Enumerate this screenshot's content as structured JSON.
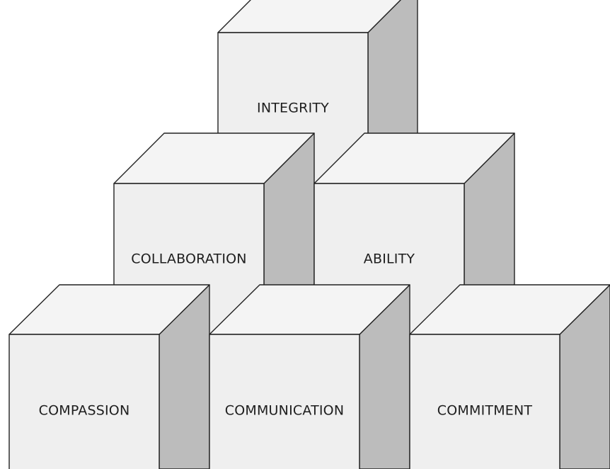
{
  "blocks": [
    {
      "id": "integrity",
      "label": "INTEGRITY",
      "tier": "top"
    },
    {
      "id": "collaboration",
      "label": "COLLABORATION",
      "tier": "middle"
    },
    {
      "id": "ability",
      "label": "ABILITY",
      "tier": "middle"
    },
    {
      "id": "compassion",
      "label": "COMPASSION",
      "tier": "bottom"
    },
    {
      "id": "communication",
      "label": "COMMUNICATION",
      "tier": "bottom"
    },
    {
      "id": "commitment",
      "label": "COMMITMENT",
      "tier": "bottom"
    }
  ],
  "colors": {
    "front": "#efefef",
    "top": "#f4f4f4",
    "side": "#bcbcbc",
    "outline": "#222222",
    "text": "#1e1e1e"
  }
}
